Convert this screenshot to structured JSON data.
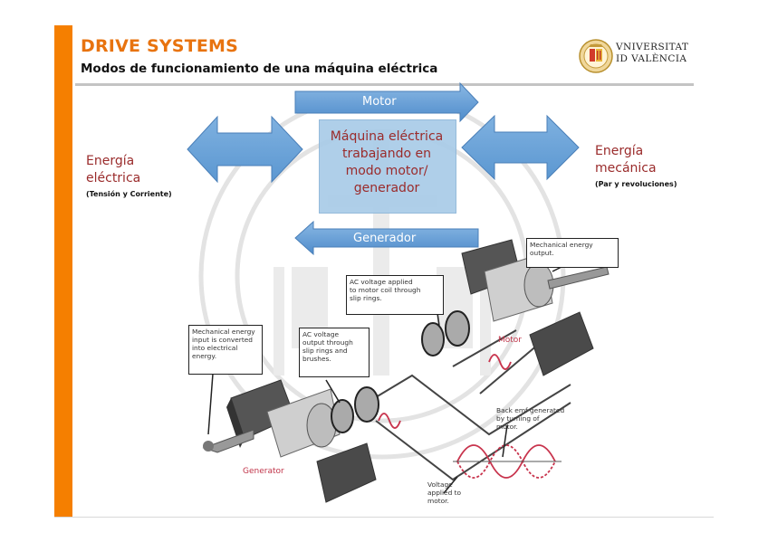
{
  "header": {
    "title": "DRIVE SYSTEMS",
    "subtitle": "Modos de funcionamiento de una máquina eléctrica",
    "logo_line1": "VNIVERSITAT",
    "logo_line2": "ID VALÈNCIA"
  },
  "left_energy": {
    "line1": "Energía",
    "line2": "eléctrica",
    "sub": "(Tensión y Corriente)"
  },
  "right_energy": {
    "line1": "Energía",
    "line2": "mecánica",
    "sub": "(Par y revoluciones)"
  },
  "machine": {
    "line1": "Máquina eléctrica",
    "line2": "trabajando en",
    "line3": "modo motor/",
    "line4": "generador"
  },
  "arrows": {
    "motor": "Motor",
    "generator": "Generador"
  },
  "diagram": {
    "callout_mech_output": [
      "Mechanical energy",
      "output."
    ],
    "callout_ac_applied": [
      "AC voltage applied",
      "to motor coil through",
      "slip rings."
    ],
    "callout_mech_input": [
      "Mechanical energy",
      "input is converted",
      "into electrical",
      "energy."
    ],
    "callout_ac_output": [
      "AC voltage",
      "output through",
      "slip rings and",
      "brushes."
    ],
    "back_emf": [
      "Back emf generated",
      "by turning of",
      "motor."
    ],
    "voltage_applied": [
      "Voltage",
      "applied to",
      "motor."
    ],
    "motor_label": "Motor",
    "generator_label": "Generator"
  },
  "colors": {
    "accent": "#f57f00",
    "title": "#e8730f",
    "energy_text": "#9a2b2b",
    "arrow_blue": "#5b9bd5",
    "box_blue": "#a9cce8"
  }
}
